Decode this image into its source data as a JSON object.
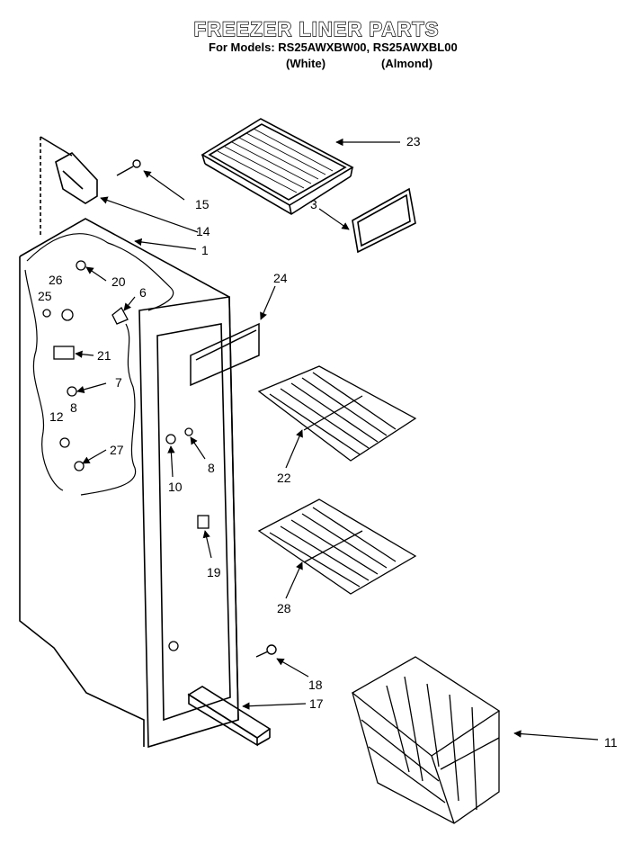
{
  "header": {
    "title": "FREEZER LINER PARTS",
    "models_line": "For Models: RS25AWXBW00, RS25AWXBL00",
    "color_white": "(White)",
    "color_almond": "(Almond)"
  },
  "callouts": {
    "c23": "23",
    "c15": "15",
    "c14": "14",
    "c3": "3",
    "c1": "1",
    "c26": "26",
    "c20": "20",
    "c25": "25",
    "c6": "6",
    "c24": "24",
    "c21": "21",
    "c7": "7",
    "c12": "12",
    "c8a": "8",
    "c27": "27",
    "c8b": "8",
    "c10": "10",
    "c22": "22",
    "c19": "19",
    "c28": "28",
    "c18": "18",
    "c17": "17",
    "c11": "11"
  }
}
